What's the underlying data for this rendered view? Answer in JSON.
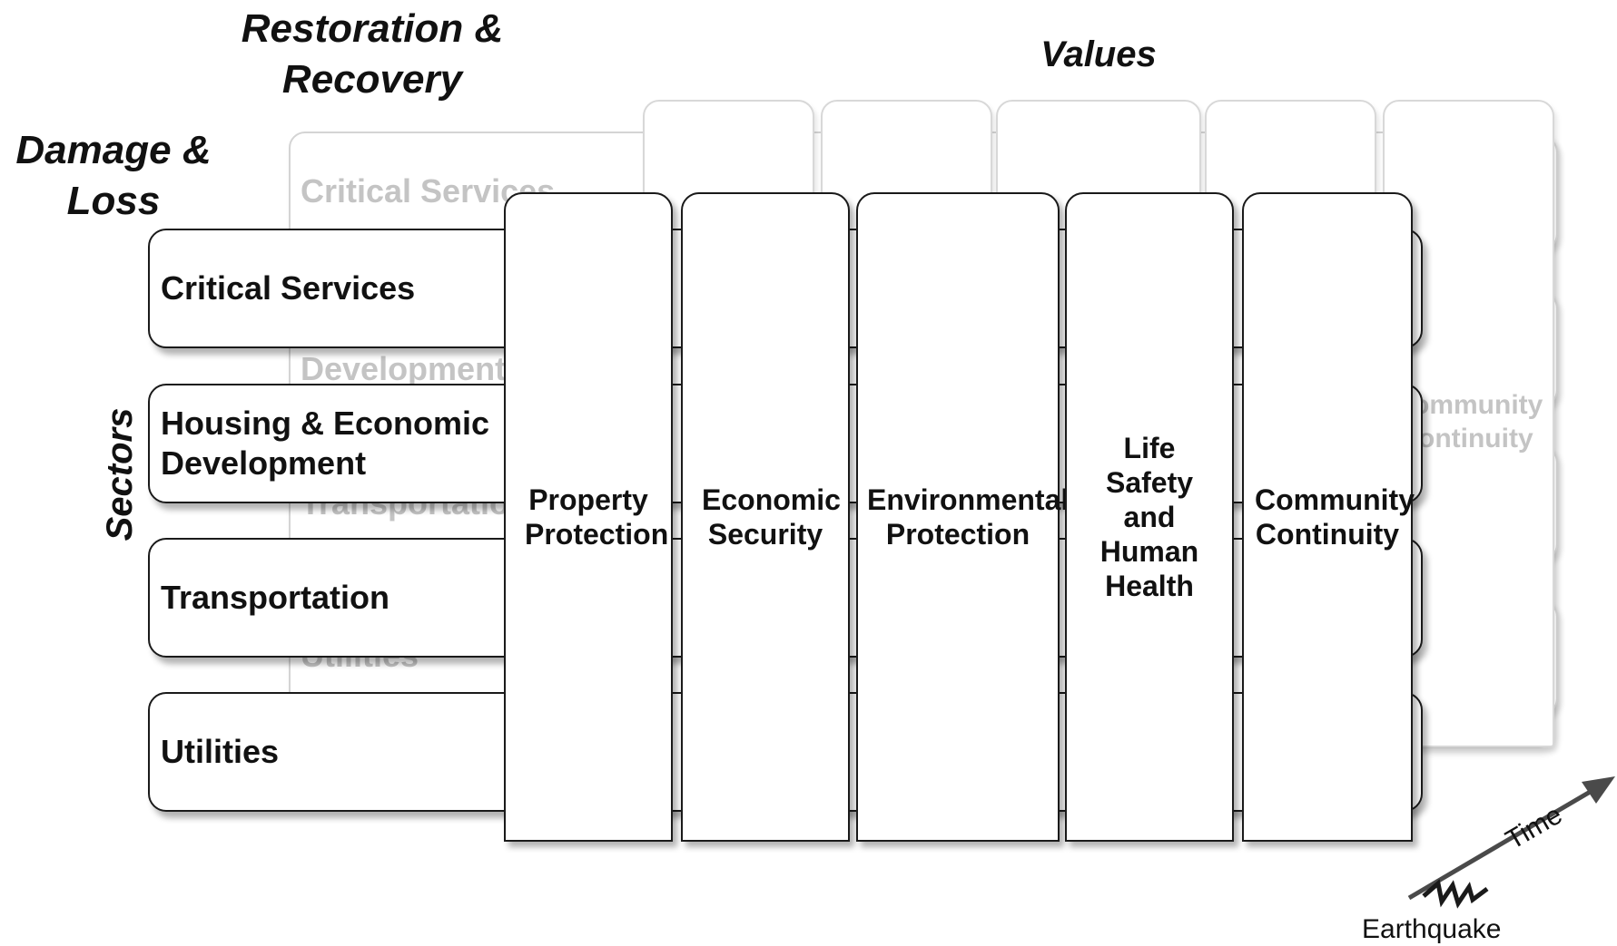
{
  "headings": {
    "restoration": "Restoration & Recovery",
    "damage": "Damage & Loss",
    "values": "Values",
    "sectors": "Sectors"
  },
  "ghost": {
    "sectors": [
      "Critical Services",
      "Development",
      "Transportation",
      "Utilities"
    ],
    "value_partial_line1": "ommunity",
    "value_partial_line2": "ontinuity"
  },
  "sectors": [
    "Critical Services",
    "Housing & Economic Development",
    "Transportation",
    "Utilities"
  ],
  "values": [
    "Property Protection",
    "Economic Security",
    "Environmental Protection",
    "Life Safety and Human Health",
    "Community Continuity"
  ],
  "time_axis": {
    "start_label": "Earthquake",
    "axis_label": "Time"
  }
}
